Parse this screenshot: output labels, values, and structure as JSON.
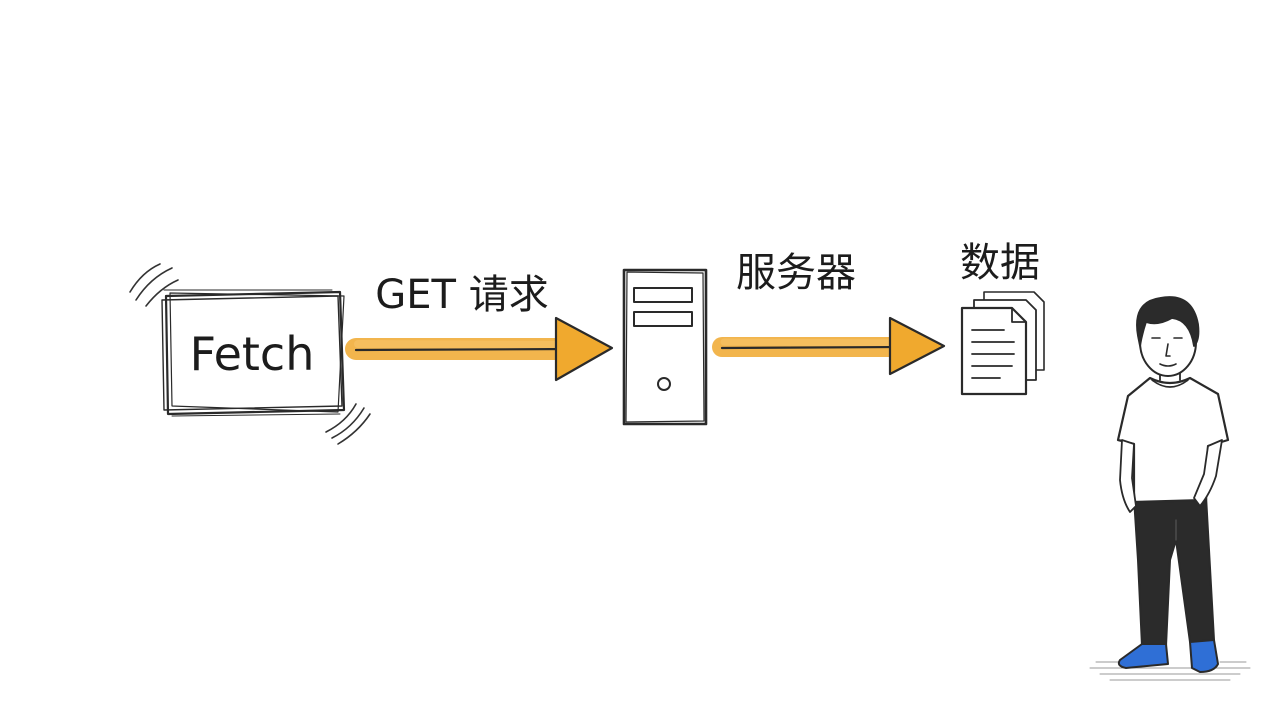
{
  "diagram": {
    "fetch_box": {
      "label": "Fetch"
    },
    "request_arrow": {
      "label": "GET 请求"
    },
    "server": {
      "label": "服务器"
    },
    "data": {
      "label": "数据"
    },
    "arrow_color": "#F0A92E",
    "sketch_color": "#1c1c1c",
    "shoe_color": "#2F6FD6"
  }
}
